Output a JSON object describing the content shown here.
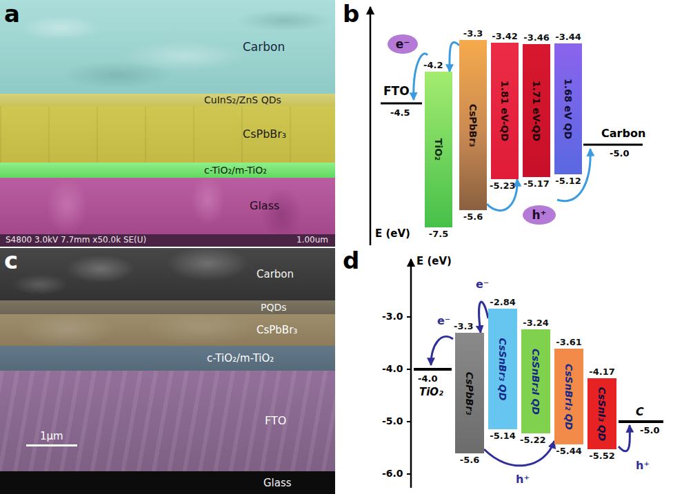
{
  "diagram": {
    "nodes": [
      {
        "text": [
          "Carbon"
        ]
      },
      {
        "text": [
          "CuInS₂/ZnS QDs"
        ]
      },
      {
        "text": [
          "CsPbBr₃"
        ]
      },
      {
        "text": [
          "c-TiO₂/m-TiO₂"
        ]
      },
      {
        "text": [
          "Glass"
        ]
      },
      {
        "text": [
          "-4.2",
          "TiO₂",
          "-7.5"
        ]
      },
      {
        "text": [
          "-3.3",
          "CsPbBr₃",
          "-5.6"
        ]
      },
      {
        "text": [
          "-3.42",
          "1.81 eV-QD",
          "-5.23"
        ]
      },
      {
        "text": [
          "-3.46",
          "1.71 eV-QD",
          "-5.17"
        ]
      },
      {
        "text": [
          "-3.44",
          "1.68 eV QD",
          "-5.12"
        ]
      },
      {
        "text": [
          "e⁻"
        ]
      },
      {
        "text": [
          "h⁺"
        ]
      },
      {
        "text": [
          "Carbon"
        ]
      },
      {
        "text": [
          "PQDs"
        ]
      },
      {
        "text": [
          "CsPbBr₃"
        ]
      },
      {
        "text": [
          "c-TiO₂/m-TiO₂"
        ]
      },
      {
        "text": [
          "FTO"
        ]
      },
      {
        "text": [
          "Glass"
        ]
      },
      {
        "text": [
          "-3.3",
          "CsPbBr₃",
          "-5.6"
        ]
      },
      {
        "text": [
          "-2.84",
          "CsSnBr₃ QD",
          "-5.14"
        ]
      },
      {
        "text": [
          "-3.24",
          "CsSnBr₂I QD",
          "-5.22"
        ]
      },
      {
        "text": [
          "-3.61",
          "CsSnBrI₂ QD",
          "-5.44"
        ]
      },
      {
        "text": [
          "-4.17",
          "CsSnI₃ QD",
          "-5.52"
        ]
      }
    ],
    "edges": [
      {
        "from": 6,
        "to": 5,
        "arrow": "to"
      },
      {
        "from": 6,
        "to": 7,
        "arrow": "to"
      },
      {
        "from": 19,
        "to": 18,
        "arrow": "to"
      },
      {
        "from": 18,
        "to": 21,
        "arrow": "to"
      }
    ],
    "labels": [
      "a",
      "S4800 3.0kV 7.7mm x50.0k SE(U)",
      "1.00um",
      "b",
      "E (eV)",
      "FTO",
      "-4.5",
      "Carbon",
      "-5.0",
      "c",
      "1μm",
      "d",
      "E (eV)",
      "-3.0",
      "-4.0",
      "-5.0",
      "-6.0",
      "e⁻",
      "e⁻",
      "-4.0",
      "TiO₂",
      "C",
      "-5.0",
      "h⁺",
      "h⁺"
    ]
  }
}
